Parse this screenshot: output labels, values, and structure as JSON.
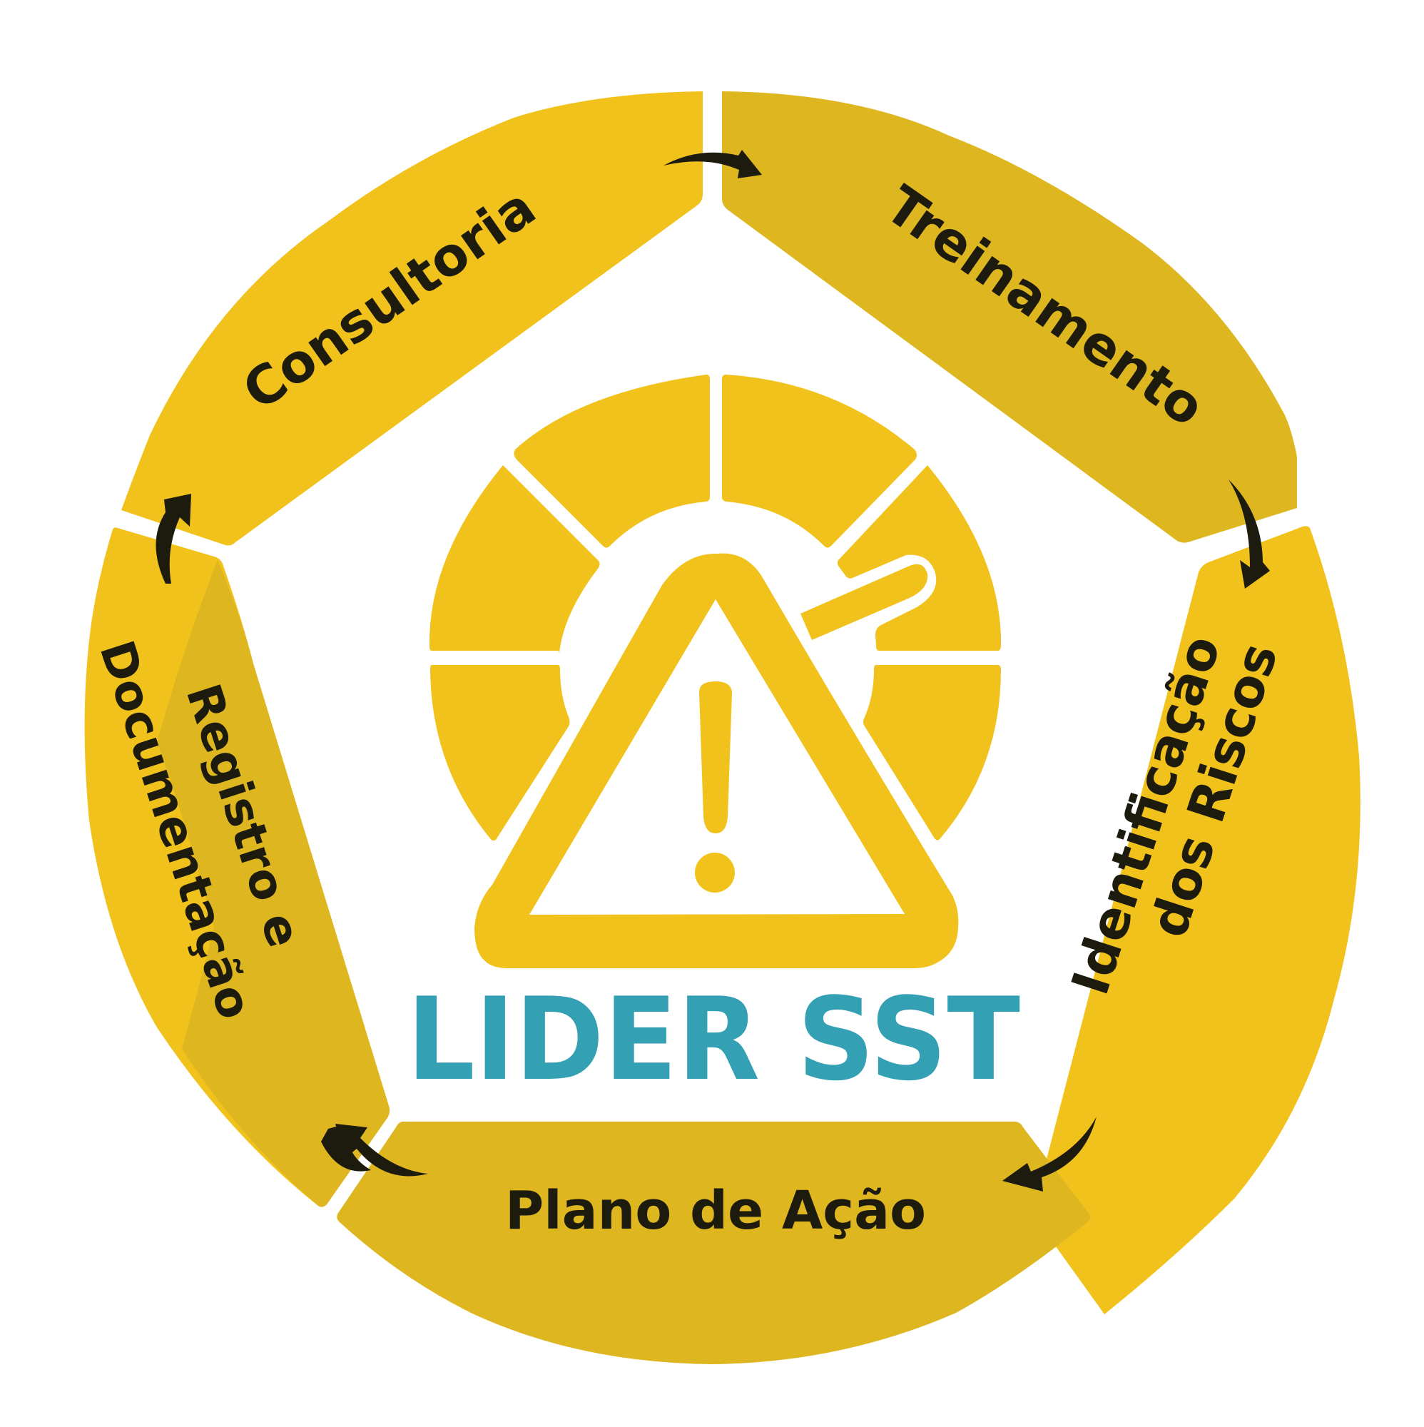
{
  "diagram": {
    "type": "cycle",
    "center": {
      "brand_text": "LIDER SST",
      "brand_color": "#33A1B3",
      "icon": "warning-triangle-gauge-icon",
      "icon_color": "#F2C21C"
    },
    "colors": {
      "segment_bright": "#F2C21C",
      "segment_dark": "#DDB620",
      "label_text": "#1C1B0E",
      "arrow": "#1C1B0E",
      "background": "#FFFFFF"
    },
    "segments": [
      {
        "label": "Consultoria",
        "position": "top-left"
      },
      {
        "label": "Treinamento",
        "position": "top-right"
      },
      {
        "label": "Identificação dos Riscos",
        "line1": "Identificação",
        "line2": "dos Riscos",
        "position": "right"
      },
      {
        "label": "Plano de Ação",
        "position": "bottom"
      },
      {
        "label": "Registro e Documentação",
        "line1": "Registro e",
        "line2": "Documentação",
        "position": "left"
      }
    ],
    "flow": [
      {
        "from": "Consultoria",
        "to": "Treinamento"
      },
      {
        "from": "Treinamento",
        "to": "Identificação dos Riscos"
      },
      {
        "from": "Identificação dos Riscos",
        "to": "Plano de Ação"
      },
      {
        "from": "Plano de Ação",
        "to": "Registro e Documentação"
      },
      {
        "from": "Registro e Documentação",
        "to": "Consultoria"
      }
    ]
  }
}
